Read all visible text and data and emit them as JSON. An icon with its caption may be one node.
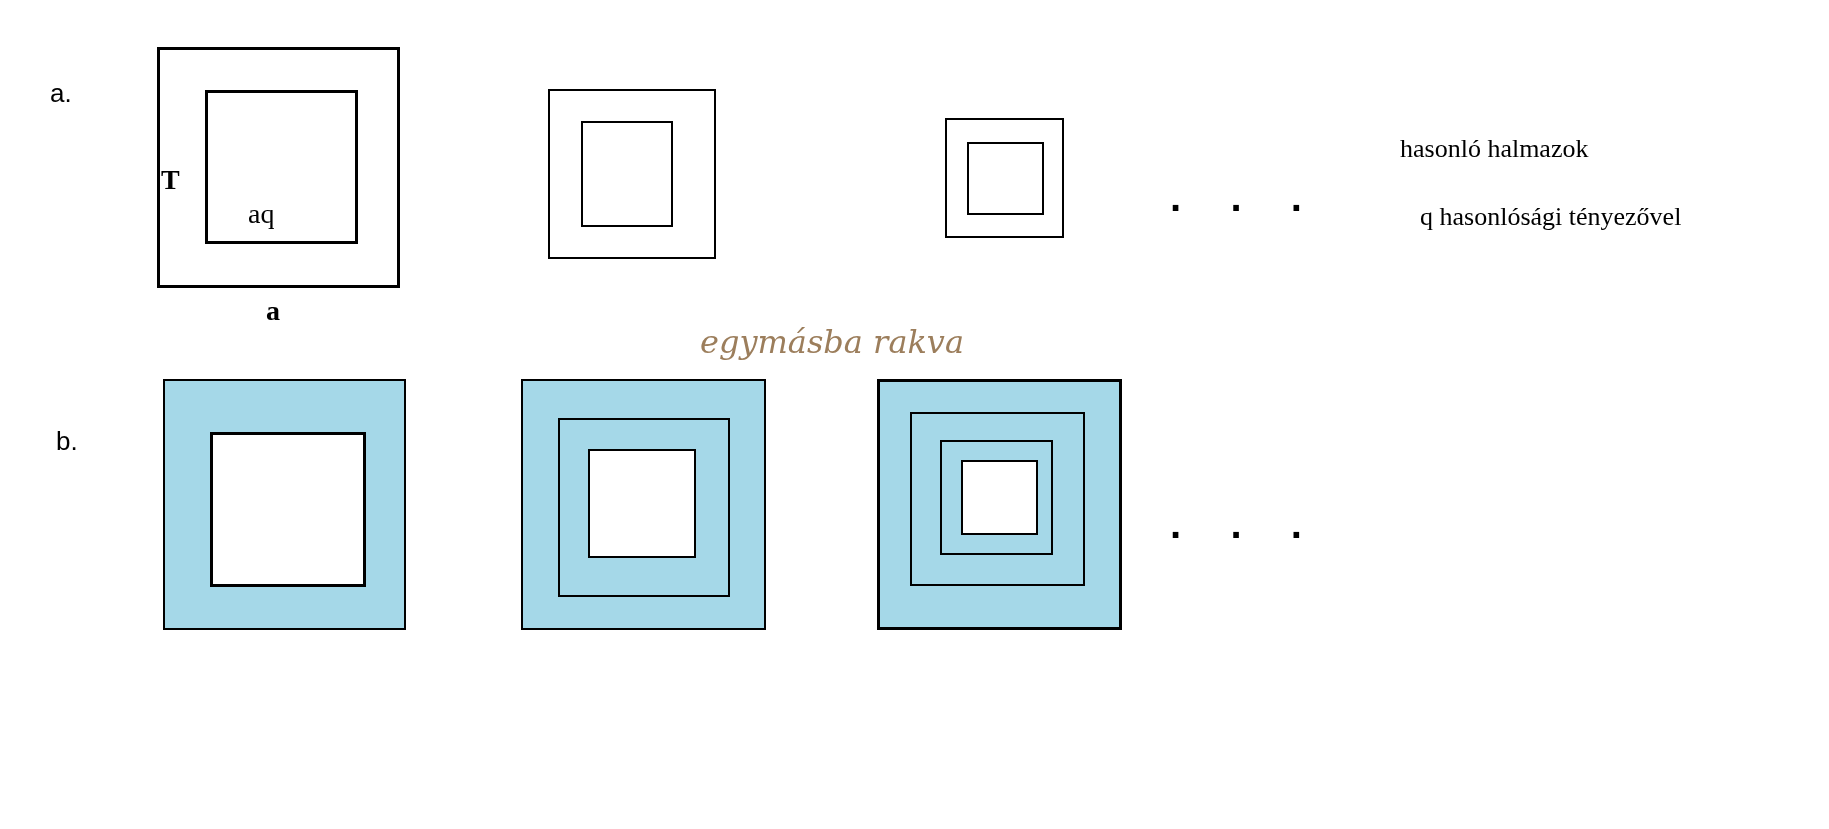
{
  "diagram": {
    "nodes": [
      {
        "text": [
          "T"
        ],
        "beside": [
          "a"
        ]
      },
      {
        "text": [
          "aq"
        ],
        "in": 0
      },
      {
        "text": [],
        "shape": "box"
      },
      {
        "text": [],
        "shape": "box",
        "in": 2
      },
      {
        "text": [],
        "shape": "box"
      },
      {
        "text": [],
        "shape": "box",
        "in": 4
      },
      {
        "text": [],
        "shape": "box"
      },
      {
        "text": [],
        "shape": "box",
        "in": 6
      },
      {
        "text": [],
        "shape": "box"
      },
      {
        "text": [],
        "shape": "box",
        "in": 8
      },
      {
        "text": [],
        "shape": "box",
        "in": 9
      },
      {
        "text": [],
        "shape": "box"
      },
      {
        "text": [],
        "shape": "box",
        "in": 11
      },
      {
        "text": [],
        "shape": "box",
        "in": 12
      },
      {
        "text": [],
        "shape": "box",
        "in": 13
      }
    ],
    "edges": [],
    "labels": [
      "a.",
      "· · ·",
      "hasonló halmazok",
      "q hasonlósági tényezővel",
      "egymásba rakva",
      "b.",
      "· · ·"
    ]
  }
}
